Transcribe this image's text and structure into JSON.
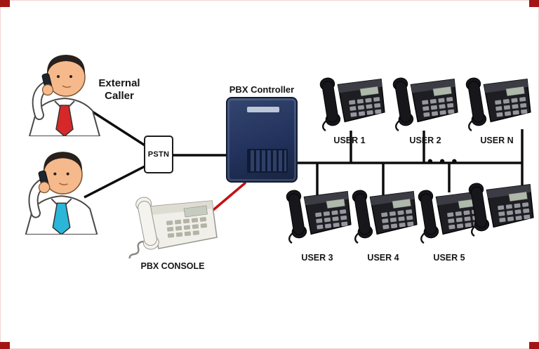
{
  "diagram": {
    "external_caller_label": "External\nCaller",
    "pstn_label": "PSTN",
    "pbx_controller_label": "PBX Controller",
    "pbx_console_label": "PBX CONSOLE",
    "ellipsis": "● ● ●",
    "users_top": [
      {
        "label": "USER 1"
      },
      {
        "label": "USER 2"
      },
      {
        "label": "USER N"
      }
    ],
    "users_bottom": [
      {
        "label": "USER 3"
      },
      {
        "label": "USER 4"
      },
      {
        "label": "USER 5"
      }
    ],
    "colors": {
      "wire": "#0d0d0d",
      "console_cable": "#c41111",
      "cabinet_navy": "#22325c",
      "tie_top_red": "#d62828",
      "tie_bottom_cyan": "#2bb5d8"
    }
  }
}
